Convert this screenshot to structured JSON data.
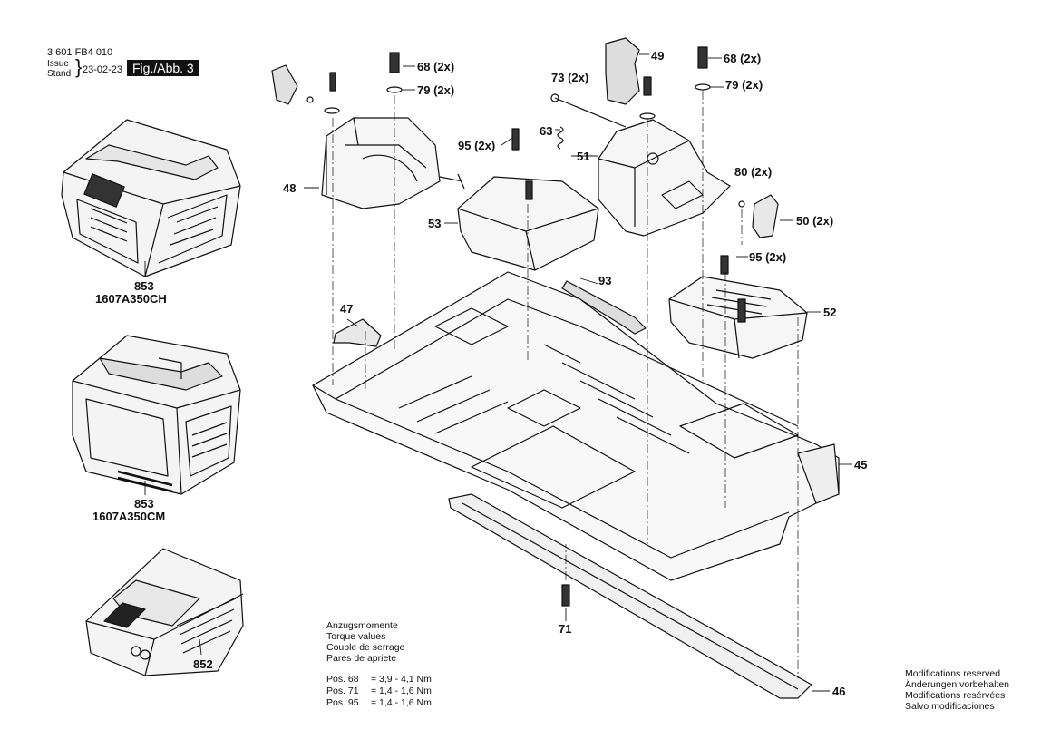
{
  "header": {
    "doc_number": "3 601 FB4 010",
    "issue_label": "Issue",
    "stand_label": "Stand",
    "date": "23-02-23",
    "figure": "Fig./Abb. 3"
  },
  "accessories": [
    {
      "pos": "853",
      "part": "1607A350CH"
    },
    {
      "pos": "853",
      "part": "1607A350CM"
    },
    {
      "pos": "852"
    }
  ],
  "callouts": {
    "c68a": "68 (2x)",
    "c79a": "79 (2x)",
    "c49": "49",
    "c68b": "68 (2x)",
    "c79b": "79 (2x)",
    "c73": "73 (2x)",
    "c63": "63",
    "c95a": "95 (2x)",
    "c51": "51",
    "c80": "80 (2x)",
    "c48": "48",
    "c50": "50 (2x)",
    "c53": "53",
    "c95b": "95 (2x)",
    "c93": "93",
    "c47": "47",
    "c52": "52",
    "c45": "45",
    "c71": "71",
    "c46": "46"
  },
  "torque": {
    "lines": [
      "Anzugsmomente",
      "Torque values",
      "Couple de serrage",
      "Pares de apriete"
    ],
    "values": [
      {
        "pos": "Pos. 68",
        "value": "= 3,9 - 4,1 Nm"
      },
      {
        "pos": "Pos. 71",
        "value": "= 1,4 - 1,6 Nm"
      },
      {
        "pos": "Pos. 95",
        "value": "= 1,4 - 1,6 Nm"
      }
    ]
  },
  "modifications": [
    "Modifications reserved",
    "Änderungen vorbehalten",
    "Modifications resérvées",
    "Salvo modificaciones"
  ]
}
